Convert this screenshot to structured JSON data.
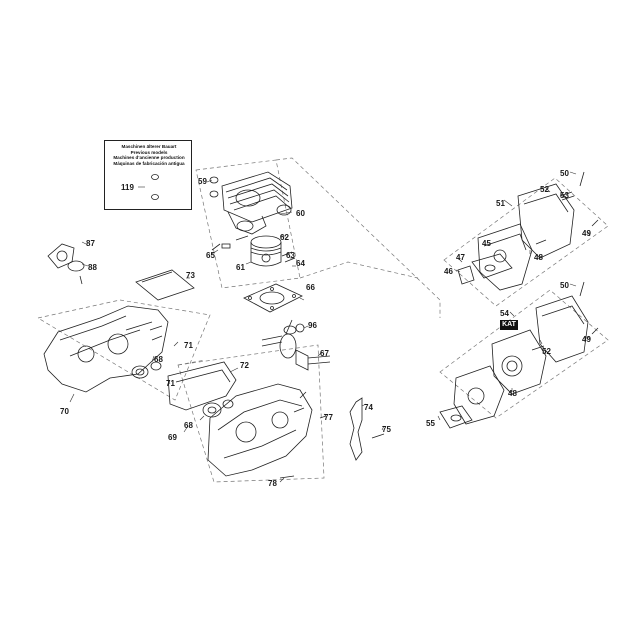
{
  "note": {
    "lines": [
      "Maschinen älterer Bauart",
      "Previous models",
      "Machines d'ancienne production",
      "Máquinas de fabricación antigua"
    ],
    "part": "119"
  },
  "badge": "KAT",
  "labels": {
    "p45": "45",
    "p46": "46",
    "p47": "47",
    "p48a": "48",
    "p48b": "48",
    "p49a": "49",
    "p49b": "49",
    "p50a": "50",
    "p50b": "50",
    "p51": "51",
    "p52a": "52",
    "p52b": "52",
    "p53": "53",
    "p54": "54",
    "p55": "55",
    "p59": "59",
    "p60": "60",
    "p61": "61",
    "p62": "62",
    "p63": "63",
    "p64": "64",
    "p65": "65",
    "p66": "66",
    "p67": "67",
    "p68a": "68",
    "p68b": "68",
    "p69": "69",
    "p70": "70",
    "p71a": "71",
    "p71b": "71",
    "p72": "72",
    "p73": "73",
    "p74": "74",
    "p75": "75",
    "p77": "77",
    "p78": "78",
    "p87": "87",
    "p88": "88",
    "p96": "96"
  }
}
